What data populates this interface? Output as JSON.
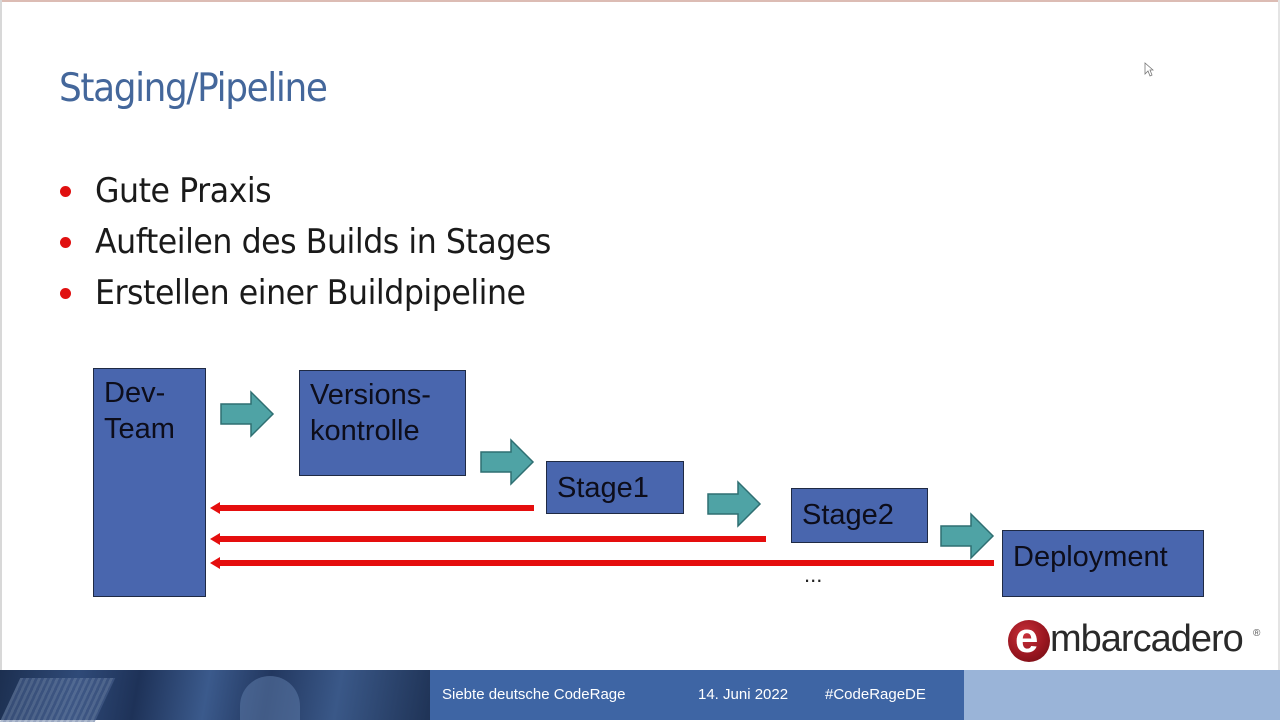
{
  "slide": {
    "title": "Staging/Pipeline",
    "bullets": [
      "Gute Praxis",
      "Aufteilen des Builds in Stages",
      "Erstellen einer Buildpipeline"
    ]
  },
  "diagram": {
    "boxes": {
      "dev_team": [
        "Dev-",
        "Team"
      ],
      "versionskontrolle": [
        "Versions-",
        "kontrolle"
      ],
      "stage1": "Stage1",
      "stage2": "Stage2",
      "deployment": "Deployment"
    },
    "ellipsis": "...",
    "colors": {
      "box_fill": "#4966ae",
      "forward_arrow": "#4fa3a5",
      "feedback_arrow": "#e50e0e"
    }
  },
  "logo": {
    "letter": "e",
    "text": "mbarcadero",
    "registered": "®"
  },
  "footer": {
    "event": "Siebte deutsche CodeRage",
    "date": "14. Juni 2022",
    "hashtag": "#CodeRageDE"
  },
  "colors": {
    "title": "#44679b",
    "bullet": "#e01010",
    "footer_mid": "#3e65a4",
    "footer_right": "#9ab4d8"
  }
}
